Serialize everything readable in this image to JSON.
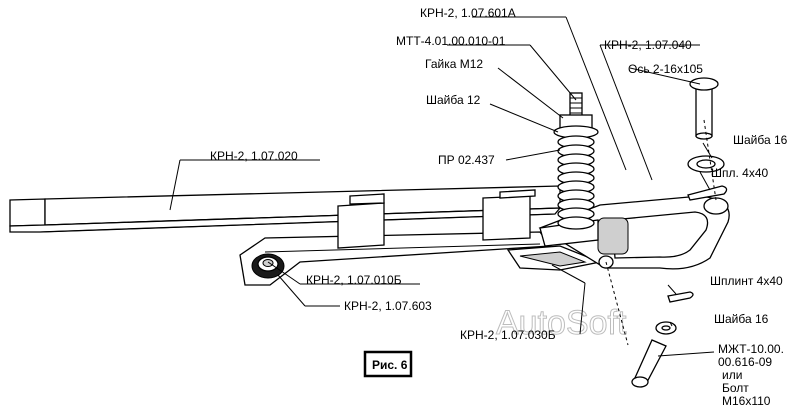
{
  "figure": {
    "label": "Рис. 6"
  },
  "watermark": "AutoSoft",
  "labels": {
    "krn_601a": "КРН-2, 1.07.601А",
    "mtt": "МТТ-4.01.00.010-01",
    "krn_040": "КРН-2, 1.07.040",
    "gaika": "Гайка М12",
    "os": "Ось 2-16х105",
    "shaiba12": "Шайба 12",
    "shaiba16_top": "Шайба 16",
    "pr": "ПР 02.437",
    "shpl_top": "Шпл. 4х40",
    "krn_020": "КРН-2, 1.07.020",
    "krn_010b": "КРН-2, 1.07.010Б",
    "shplint": "Шплинт 4х40",
    "krn_603": "КРН-2, 1.07.603",
    "shaiba16_bot": "Шайба 16",
    "krn_030b": "КРН-2, 1.07.030Б",
    "mzht_1": "МЖТ-10.00.",
    "mzht_2": "00.616-09",
    "mzht_3": "или",
    "mzht_4": "Болт",
    "mzht_5": "М16х110"
  }
}
